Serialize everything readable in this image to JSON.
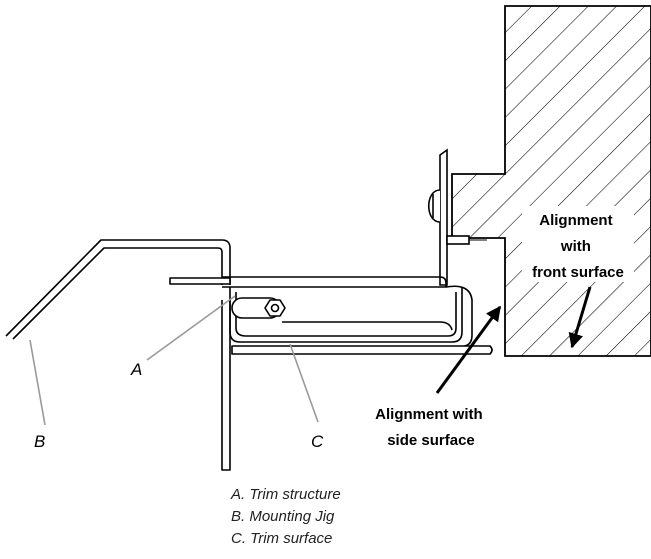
{
  "callouts": {
    "a": "A",
    "b": "B",
    "c": "C"
  },
  "annotations": {
    "front_surface": [
      "Alignment",
      "with",
      "front surface"
    ],
    "side_surface": [
      "Alignment with",
      "side surface"
    ]
  },
  "legend": [
    "A.  Trim structure",
    "B.  Mounting Jig",
    "C.  Trim surface"
  ],
  "colors": {
    "line": "#000000",
    "leader": "#9a9a9a"
  }
}
